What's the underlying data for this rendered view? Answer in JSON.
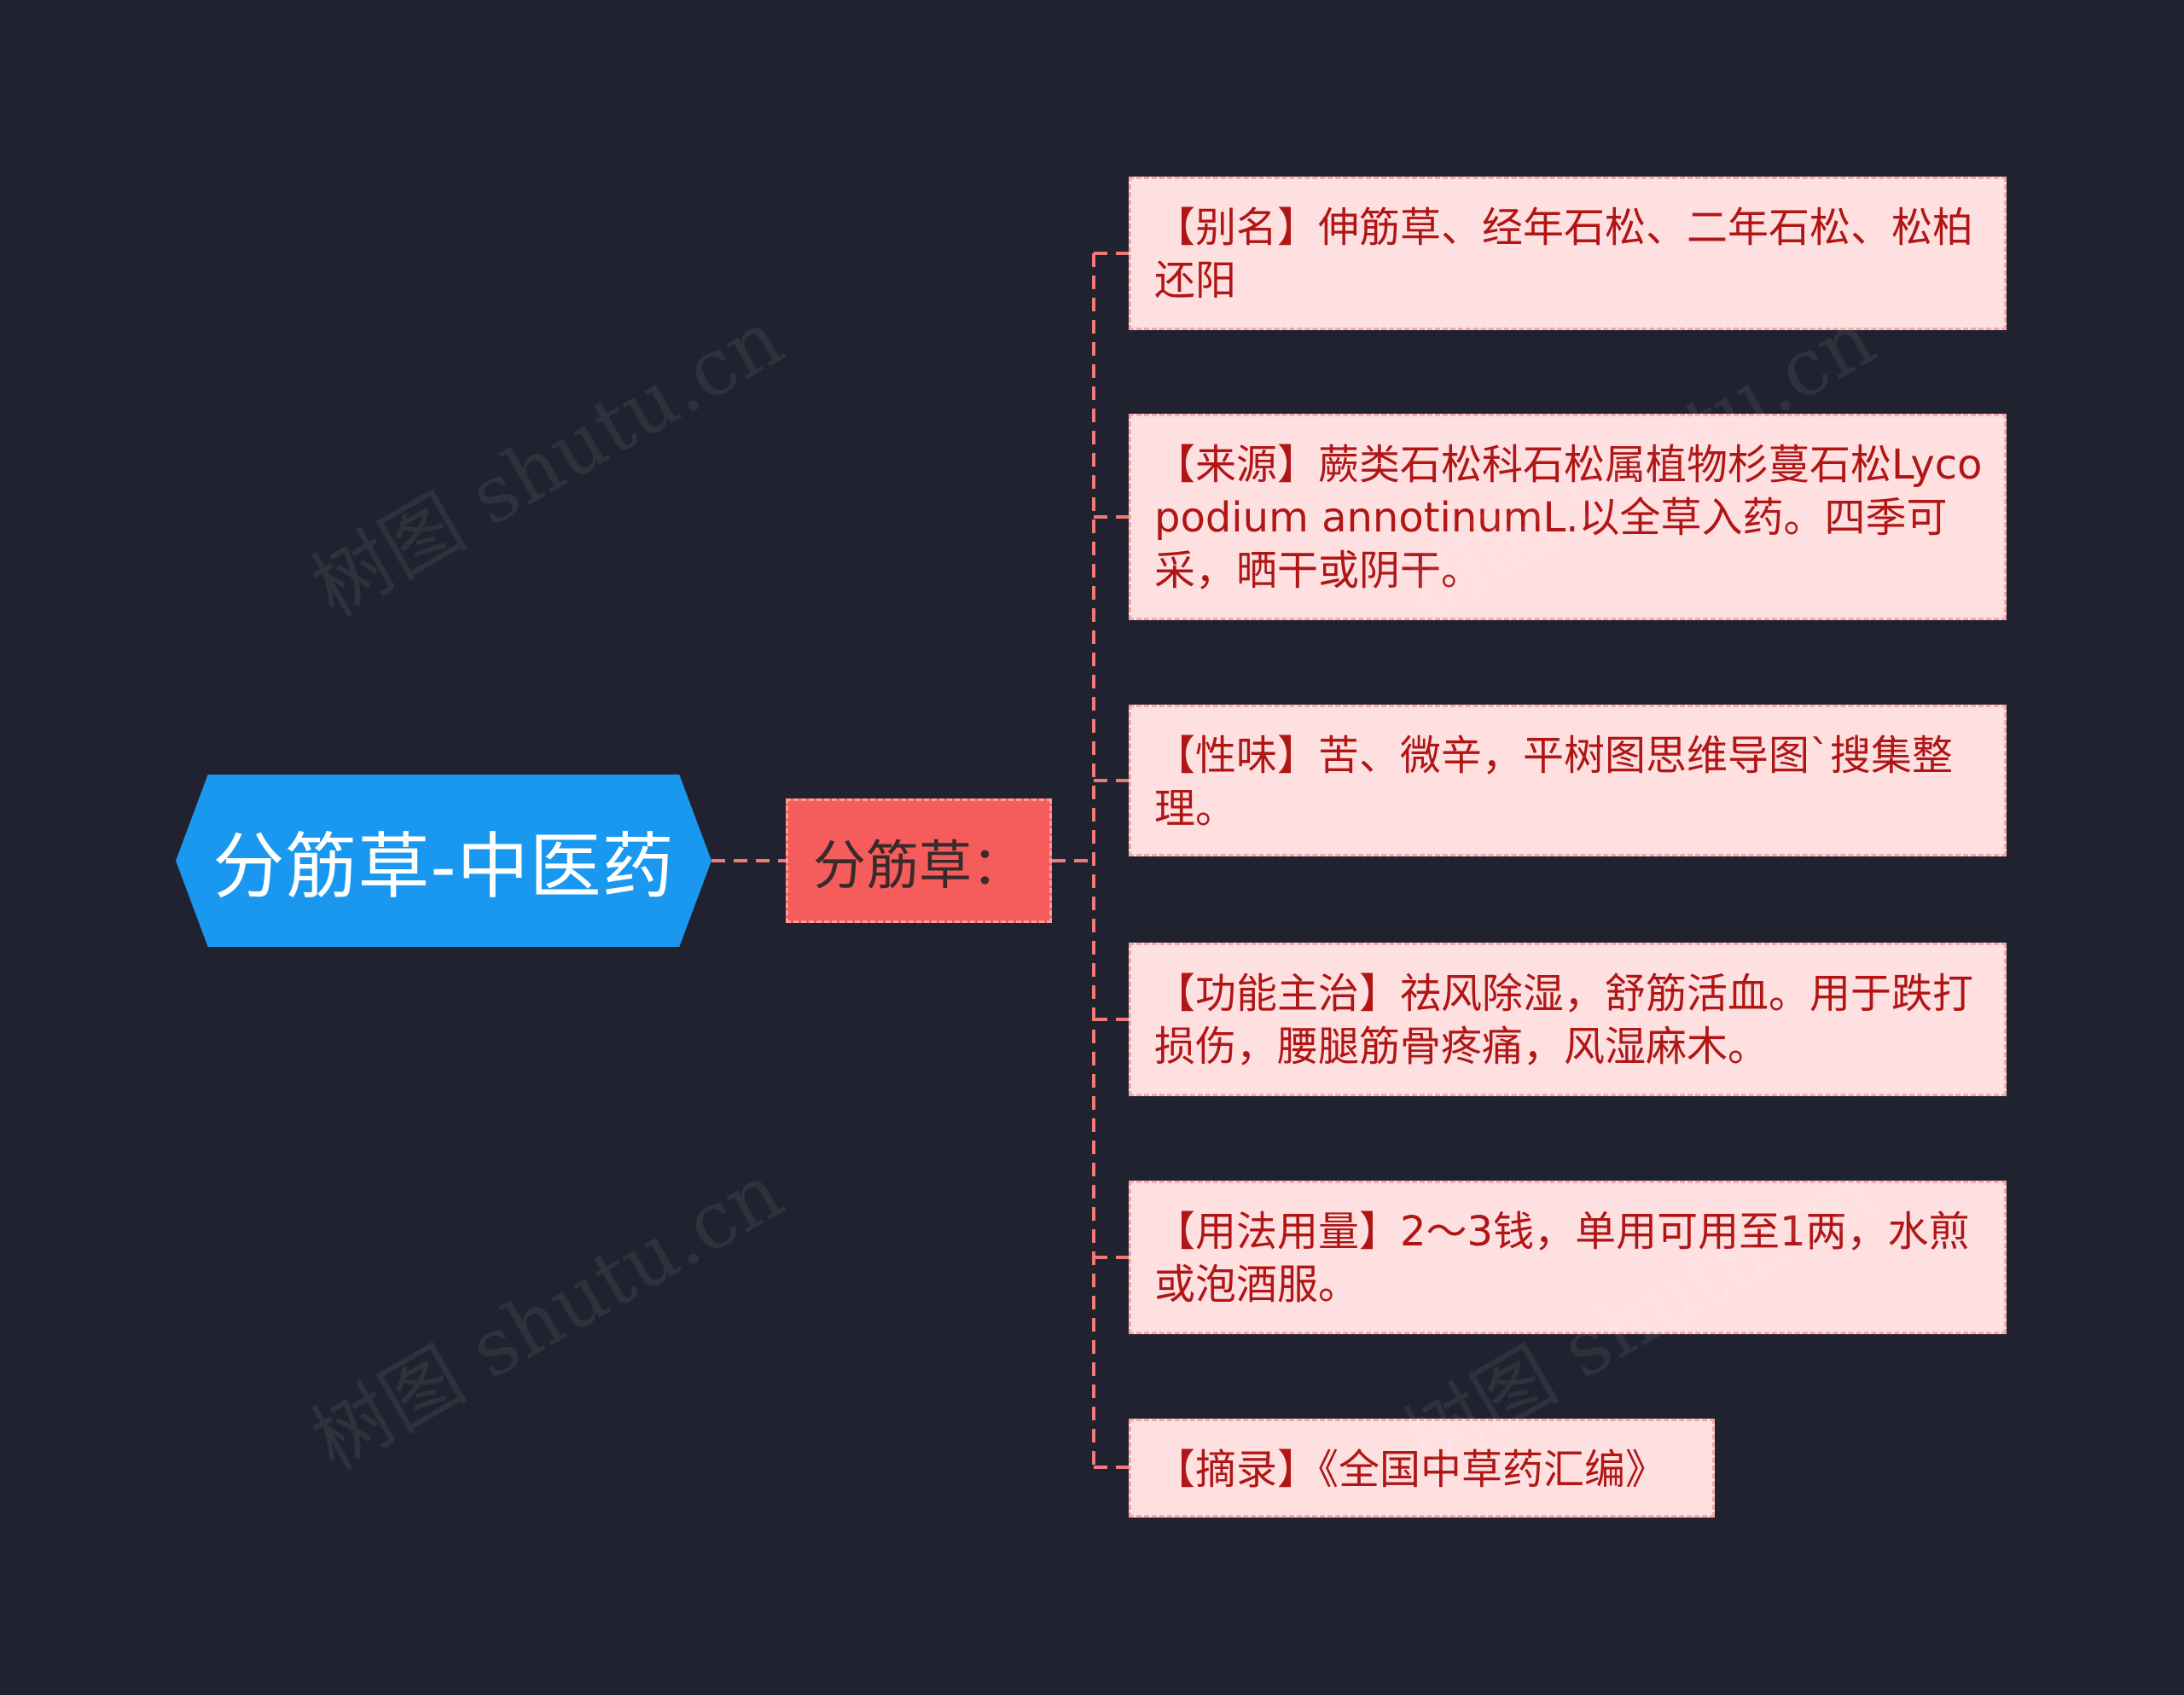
{
  "root": {
    "label": "分筋草-中医药"
  },
  "branch": {
    "label": "分筋草："
  },
  "leaves": [
    {
      "text": "【别名】伸筋草、经年石松、二年石松、松柏还阳"
    },
    {
      "text": "【来源】蕨类石松科石松属植物杉蔓石松Lycopodium annotinumL.以全草入药。四季可采，晒干或阴干。"
    },
    {
      "text": "【性味】苦、微辛，平树图思维导图`搜集整理。"
    },
    {
      "text": "【功能主治】祛风除湿，舒筋活血。用于跌打损伤，腰腿筋骨疼痛，风湿麻木。"
    },
    {
      "text": "【用法用量】2～3钱，单用可用至1两，水煎或泡酒服。"
    },
    {
      "text": "【摘录】《全国中草药汇编》"
    }
  ],
  "watermark": "树图 shutu.cn",
  "colors": {
    "background": "#20232f",
    "root": "#1a98f0",
    "branch": "#f55c5c",
    "leaf_fill": "#ffe0e1",
    "leaf_text": "#b01616",
    "connector": "#f07a7a"
  }
}
